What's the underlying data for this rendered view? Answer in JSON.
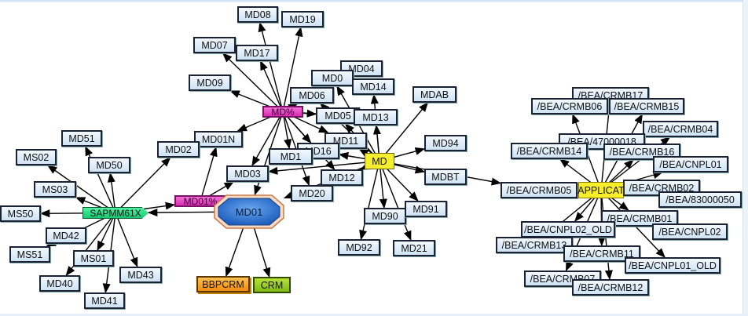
{
  "diagram": {
    "title": "Object dependency graph",
    "colors": {
      "default_node": "#d6e8f6",
      "md_hub": "#f5ee2e",
      "application_hub": "#f8ee2a",
      "md_pct_hub": "#e34bc4",
      "sap_hub": "#2fd884",
      "md01_center": "#3b7fd6",
      "bbpcrm": "#f5a326",
      "crm": "#98cc22",
      "edge": "#000000"
    },
    "nodes": [
      {
        "id": "MD08",
        "label": "MD08",
        "type": "default"
      },
      {
        "id": "MD19",
        "label": "MD19",
        "type": "default"
      },
      {
        "id": "MD07",
        "label": "MD07",
        "type": "default"
      },
      {
        "id": "MD17",
        "label": "MD17",
        "type": "default"
      },
      {
        "id": "MD09",
        "label": "MD09",
        "type": "default"
      },
      {
        "id": "MDPCT",
        "label": "MD%",
        "type": "md_pct_hub"
      },
      {
        "id": "MD01N",
        "label": "MD01N",
        "type": "default"
      },
      {
        "id": "MD02",
        "label": "MD02",
        "type": "default"
      },
      {
        "id": "MD04",
        "label": "MD04",
        "type": "default"
      },
      {
        "id": "MD0X",
        "label": "MD0",
        "type": "default"
      },
      {
        "id": "MD14",
        "label": "MD14",
        "type": "default"
      },
      {
        "id": "MD06",
        "label": "MD06",
        "type": "default"
      },
      {
        "id": "MD05",
        "label": "MD05",
        "type": "default"
      },
      {
        "id": "MD13",
        "label": "MD13",
        "type": "default"
      },
      {
        "id": "MD11",
        "label": "MD11",
        "type": "default"
      },
      {
        "id": "MD16",
        "label": "MD16",
        "type": "default"
      },
      {
        "id": "MD1X",
        "label": "MD1",
        "type": "default"
      },
      {
        "id": "MD03",
        "label": "MD03",
        "type": "default"
      },
      {
        "id": "MD12",
        "label": "MD12",
        "type": "default"
      },
      {
        "id": "MD20",
        "label": "MD20",
        "type": "default"
      },
      {
        "id": "MDAB",
        "label": "MDAB",
        "type": "default"
      },
      {
        "id": "MD94",
        "label": "MD94",
        "type": "default"
      },
      {
        "id": "MD",
        "label": "MD",
        "type": "md_hub"
      },
      {
        "id": "MDBT",
        "label": "MDBT",
        "type": "default"
      },
      {
        "id": "MD90",
        "label": "MD90",
        "type": "default"
      },
      {
        "id": "MD91",
        "label": "MD91",
        "type": "default"
      },
      {
        "id": "MD92",
        "label": "MD92",
        "type": "default"
      },
      {
        "id": "MD21",
        "label": "MD21",
        "type": "default"
      },
      {
        "id": "MD51",
        "label": "MD51",
        "type": "default"
      },
      {
        "id": "MS02",
        "label": "MS02",
        "type": "default"
      },
      {
        "id": "MD50",
        "label": "MD50",
        "type": "default"
      },
      {
        "id": "MS03",
        "label": "MS03",
        "type": "default"
      },
      {
        "id": "MS50",
        "label": "MS50",
        "type": "default"
      },
      {
        "id": "SAPMM61X",
        "label": "SAPMM61X",
        "type": "sap_hub"
      },
      {
        "id": "MD01PCT",
        "label": "MD01%",
        "type": "md_pct_hub"
      },
      {
        "id": "MD01",
        "label": "MD01",
        "type": "center"
      },
      {
        "id": "MD42",
        "label": "MD42",
        "type": "default"
      },
      {
        "id": "MS51",
        "label": "MS51",
        "type": "default"
      },
      {
        "id": "MS01",
        "label": "MS01",
        "type": "default"
      },
      {
        "id": "MD43",
        "label": "MD43",
        "type": "default"
      },
      {
        "id": "MD40",
        "label": "MD40",
        "type": "default"
      },
      {
        "id": "MD41",
        "label": "MD41",
        "type": "default"
      },
      {
        "id": "BBPCRM",
        "label": "BBPCRM",
        "type": "bbpcrm"
      },
      {
        "id": "CRM",
        "label": "CRM",
        "type": "crm"
      },
      {
        "id": "CRMB17",
        "label": "/BEA/CRMB17",
        "type": "default"
      },
      {
        "id": "CRMB06",
        "label": "/BEA/CRMB06",
        "type": "default"
      },
      {
        "id": "CRMB15",
        "label": "/BEA/CRMB15",
        "type": "default"
      },
      {
        "id": "CRMB04",
        "label": "/BEA/CRMB04",
        "type": "default"
      },
      {
        "id": "B47000018",
        "label": "/BEA/47000018",
        "type": "default"
      },
      {
        "id": "CRMB14",
        "label": "/BEA/CRMB14",
        "type": "default"
      },
      {
        "id": "CRMB16",
        "label": "/BEA/CRMB16",
        "type": "default"
      },
      {
        "id": "CNPL01",
        "label": "/BEA/CNPL01",
        "type": "default"
      },
      {
        "id": "CRMB05",
        "label": "/BEA/CRMB05",
        "type": "default"
      },
      {
        "id": "APPLICAT",
        "label": "APPLICAT",
        "type": "application_hub"
      },
      {
        "id": "CRMB02",
        "label": "/BEA/CRMB02",
        "type": "default"
      },
      {
        "id": "B83000050",
        "label": "/BEA/83000050",
        "type": "default"
      },
      {
        "id": "CRMB01",
        "label": "/BEA/CRMB01",
        "type": "default"
      },
      {
        "id": "CNPL02_OLD",
        "label": "/BEA/CNPL02_OLD",
        "type": "default"
      },
      {
        "id": "CNPL02",
        "label": "/BEA/CNPL02",
        "type": "default"
      },
      {
        "id": "CRMB13",
        "label": "/BEA/CRMB13",
        "type": "default"
      },
      {
        "id": "CRMB11",
        "label": "/BEA/CRMB11",
        "type": "default"
      },
      {
        "id": "CNPL01_OLD",
        "label": "/BEA/CNPL01_OLD",
        "type": "default"
      },
      {
        "id": "CRMB07",
        "label": "/BEA/CRMB07",
        "type": "default"
      },
      {
        "id": "CRMB12",
        "label": "/BEA/CRMB12",
        "type": "default"
      }
    ],
    "edges": [
      [
        "MDPCT",
        "MD08"
      ],
      [
        "MDPCT",
        "MD19"
      ],
      [
        "MDPCT",
        "MD07"
      ],
      [
        "MDPCT",
        "MD17"
      ],
      [
        "MDPCT",
        "MD09"
      ],
      [
        "MDPCT",
        "MD01N"
      ],
      [
        "MDPCT",
        "MD06"
      ],
      [
        "MDPCT",
        "MD0X"
      ],
      [
        "MDPCT",
        "MD04"
      ],
      [
        "MDPCT",
        "MD05"
      ],
      [
        "MDPCT",
        "MD13"
      ],
      [
        "MDPCT",
        "MD11"
      ],
      [
        "MDPCT",
        "MD1X"
      ],
      [
        "MDPCT",
        "MD16"
      ],
      [
        "MDPCT",
        "MD20"
      ],
      [
        "MDPCT",
        "MD12"
      ],
      [
        "MDPCT",
        "MD03"
      ],
      [
        "MDPCT",
        "MD01"
      ],
      [
        "MD",
        "MD14"
      ],
      [
        "MD",
        "MD13"
      ],
      [
        "MD",
        "MD0X"
      ],
      [
        "MD",
        "MD06"
      ],
      [
        "MD",
        "MD05"
      ],
      [
        "MD",
        "MDAB"
      ],
      [
        "MD",
        "MD94"
      ],
      [
        "MD",
        "MDBT"
      ],
      [
        "MD",
        "MD16"
      ],
      [
        "MD",
        "MD11"
      ],
      [
        "MD",
        "MD12"
      ],
      [
        "MD",
        "MD03"
      ],
      [
        "MD",
        "MD90"
      ],
      [
        "MD",
        "MD91"
      ],
      [
        "MD",
        "MD92"
      ],
      [
        "MD",
        "MD21"
      ],
      [
        "MD",
        "MD01"
      ],
      [
        "MD",
        "CRMB05"
      ],
      [
        "SAPMM61X",
        "MD51"
      ],
      [
        "SAPMM61X",
        "MS02"
      ],
      [
        "SAPMM61X",
        "MD50"
      ],
      [
        "SAPMM61X",
        "MS03"
      ],
      [
        "SAPMM61X",
        "MS50"
      ],
      [
        "SAPMM61X",
        "MD02"
      ],
      [
        "SAPMM61X",
        "MS51"
      ],
      [
        "SAPMM61X",
        "MS01"
      ],
      [
        "SAPMM61X",
        "MD43"
      ],
      [
        "SAPMM61X",
        "MD40"
      ],
      [
        "SAPMM61X",
        "MD41"
      ],
      [
        "SAPMM61X",
        "MD01PCT"
      ],
      [
        "MD01",
        "SAPMM61X"
      ],
      [
        "MD01PCT",
        "MD01N"
      ],
      [
        "MD01PCT",
        "MD03"
      ],
      [
        "MD01PCT",
        "MD01"
      ],
      [
        "MD01",
        "BBPCRM"
      ],
      [
        "MD01",
        "CRM"
      ],
      [
        "APPLICAT",
        "CRMB17"
      ],
      [
        "APPLICAT",
        "CRMB06"
      ],
      [
        "APPLICAT",
        "CRMB15"
      ],
      [
        "APPLICAT",
        "CRMB04"
      ],
      [
        "APPLICAT",
        "CRMB14"
      ],
      [
        "APPLICAT",
        "CRMB16"
      ],
      [
        "APPLICAT",
        "CNPL01"
      ],
      [
        "APPLICAT",
        "CRMB05"
      ],
      [
        "APPLICAT",
        "CRMB02"
      ],
      [
        "APPLICAT",
        "CRMB01"
      ],
      [
        "APPLICAT",
        "CNPL02_OLD"
      ],
      [
        "APPLICAT",
        "CRMB13"
      ],
      [
        "APPLICAT",
        "CRMB11"
      ],
      [
        "APPLICAT",
        "CNPL01_OLD"
      ],
      [
        "APPLICAT",
        "CRMB07"
      ],
      [
        "APPLICAT",
        "CRMB12"
      ]
    ]
  }
}
